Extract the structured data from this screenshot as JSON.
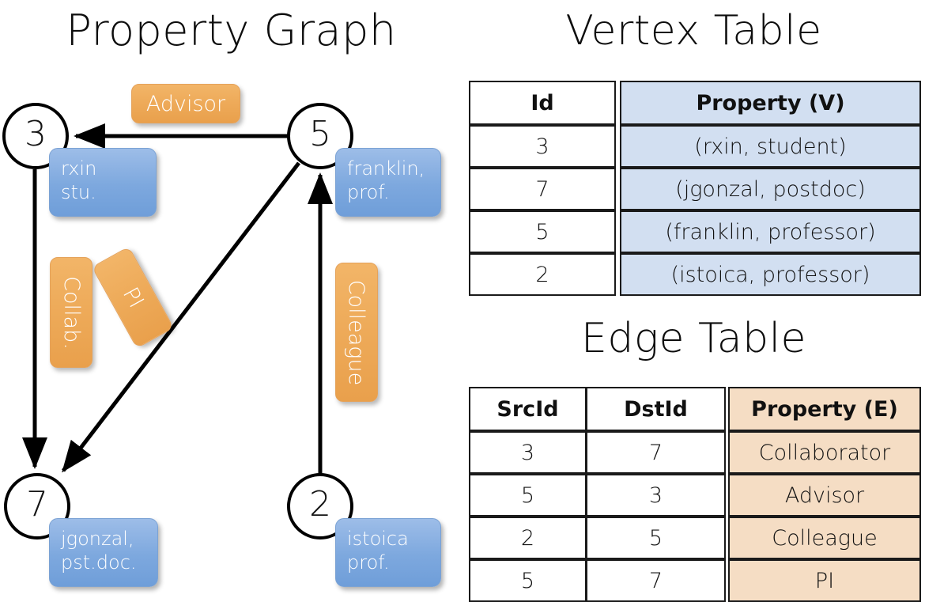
{
  "titles": {
    "property_graph": "Property Graph",
    "vertex_table": "Vertex Table",
    "edge_table": "Edge Table"
  },
  "graph": {
    "nodes": [
      {
        "id": "3",
        "property_label": "rxin\nstu."
      },
      {
        "id": "5",
        "property_label": "franklin,\nprof."
      },
      {
        "id": "7",
        "property_label": "jgonzal,\npst.doc."
      },
      {
        "id": "2",
        "property_label": "istoica\nprof."
      }
    ],
    "edge_labels": [
      {
        "name": "advisor",
        "text": "Advisor"
      },
      {
        "name": "collab",
        "text": "Collab."
      },
      {
        "name": "pi",
        "text": "PI"
      },
      {
        "name": "colleague",
        "text": "Colleague"
      }
    ],
    "edges": [
      {
        "from": "5",
        "to": "3",
        "label": "Advisor"
      },
      {
        "from": "3",
        "to": "7",
        "label": "Collab."
      },
      {
        "from": "5",
        "to": "7",
        "label": "PI"
      },
      {
        "from": "2",
        "to": "5",
        "label": "Colleague"
      }
    ]
  },
  "vertex_table": {
    "headers": [
      "Id",
      "Property (V)"
    ],
    "rows": [
      {
        "id": "3",
        "property": "(rxin, student)"
      },
      {
        "id": "7",
        "property": "(jgonzal, postdoc)"
      },
      {
        "id": "5",
        "property": "(franklin, professor)"
      },
      {
        "id": "2",
        "property": "(istoica, professor)"
      }
    ]
  },
  "edge_table": {
    "headers": [
      "SrcId",
      "DstId",
      "Property (E)"
    ],
    "rows": [
      {
        "src": "3",
        "dst": "7",
        "property": "Collaborator"
      },
      {
        "src": "5",
        "dst": "3",
        "property": "Advisor"
      },
      {
        "src": "2",
        "dst": "5",
        "property": "Colleague"
      },
      {
        "src": "5",
        "dst": "7",
        "property": "PI"
      }
    ]
  },
  "colors": {
    "vertex_property_fill": "#d2dff1",
    "edge_property_fill": "#f5ddc4",
    "node_box_blue": "#7da8de",
    "edge_label_orange": "#eeab5a",
    "stroke": "#000000",
    "background": "#ffffff"
  }
}
